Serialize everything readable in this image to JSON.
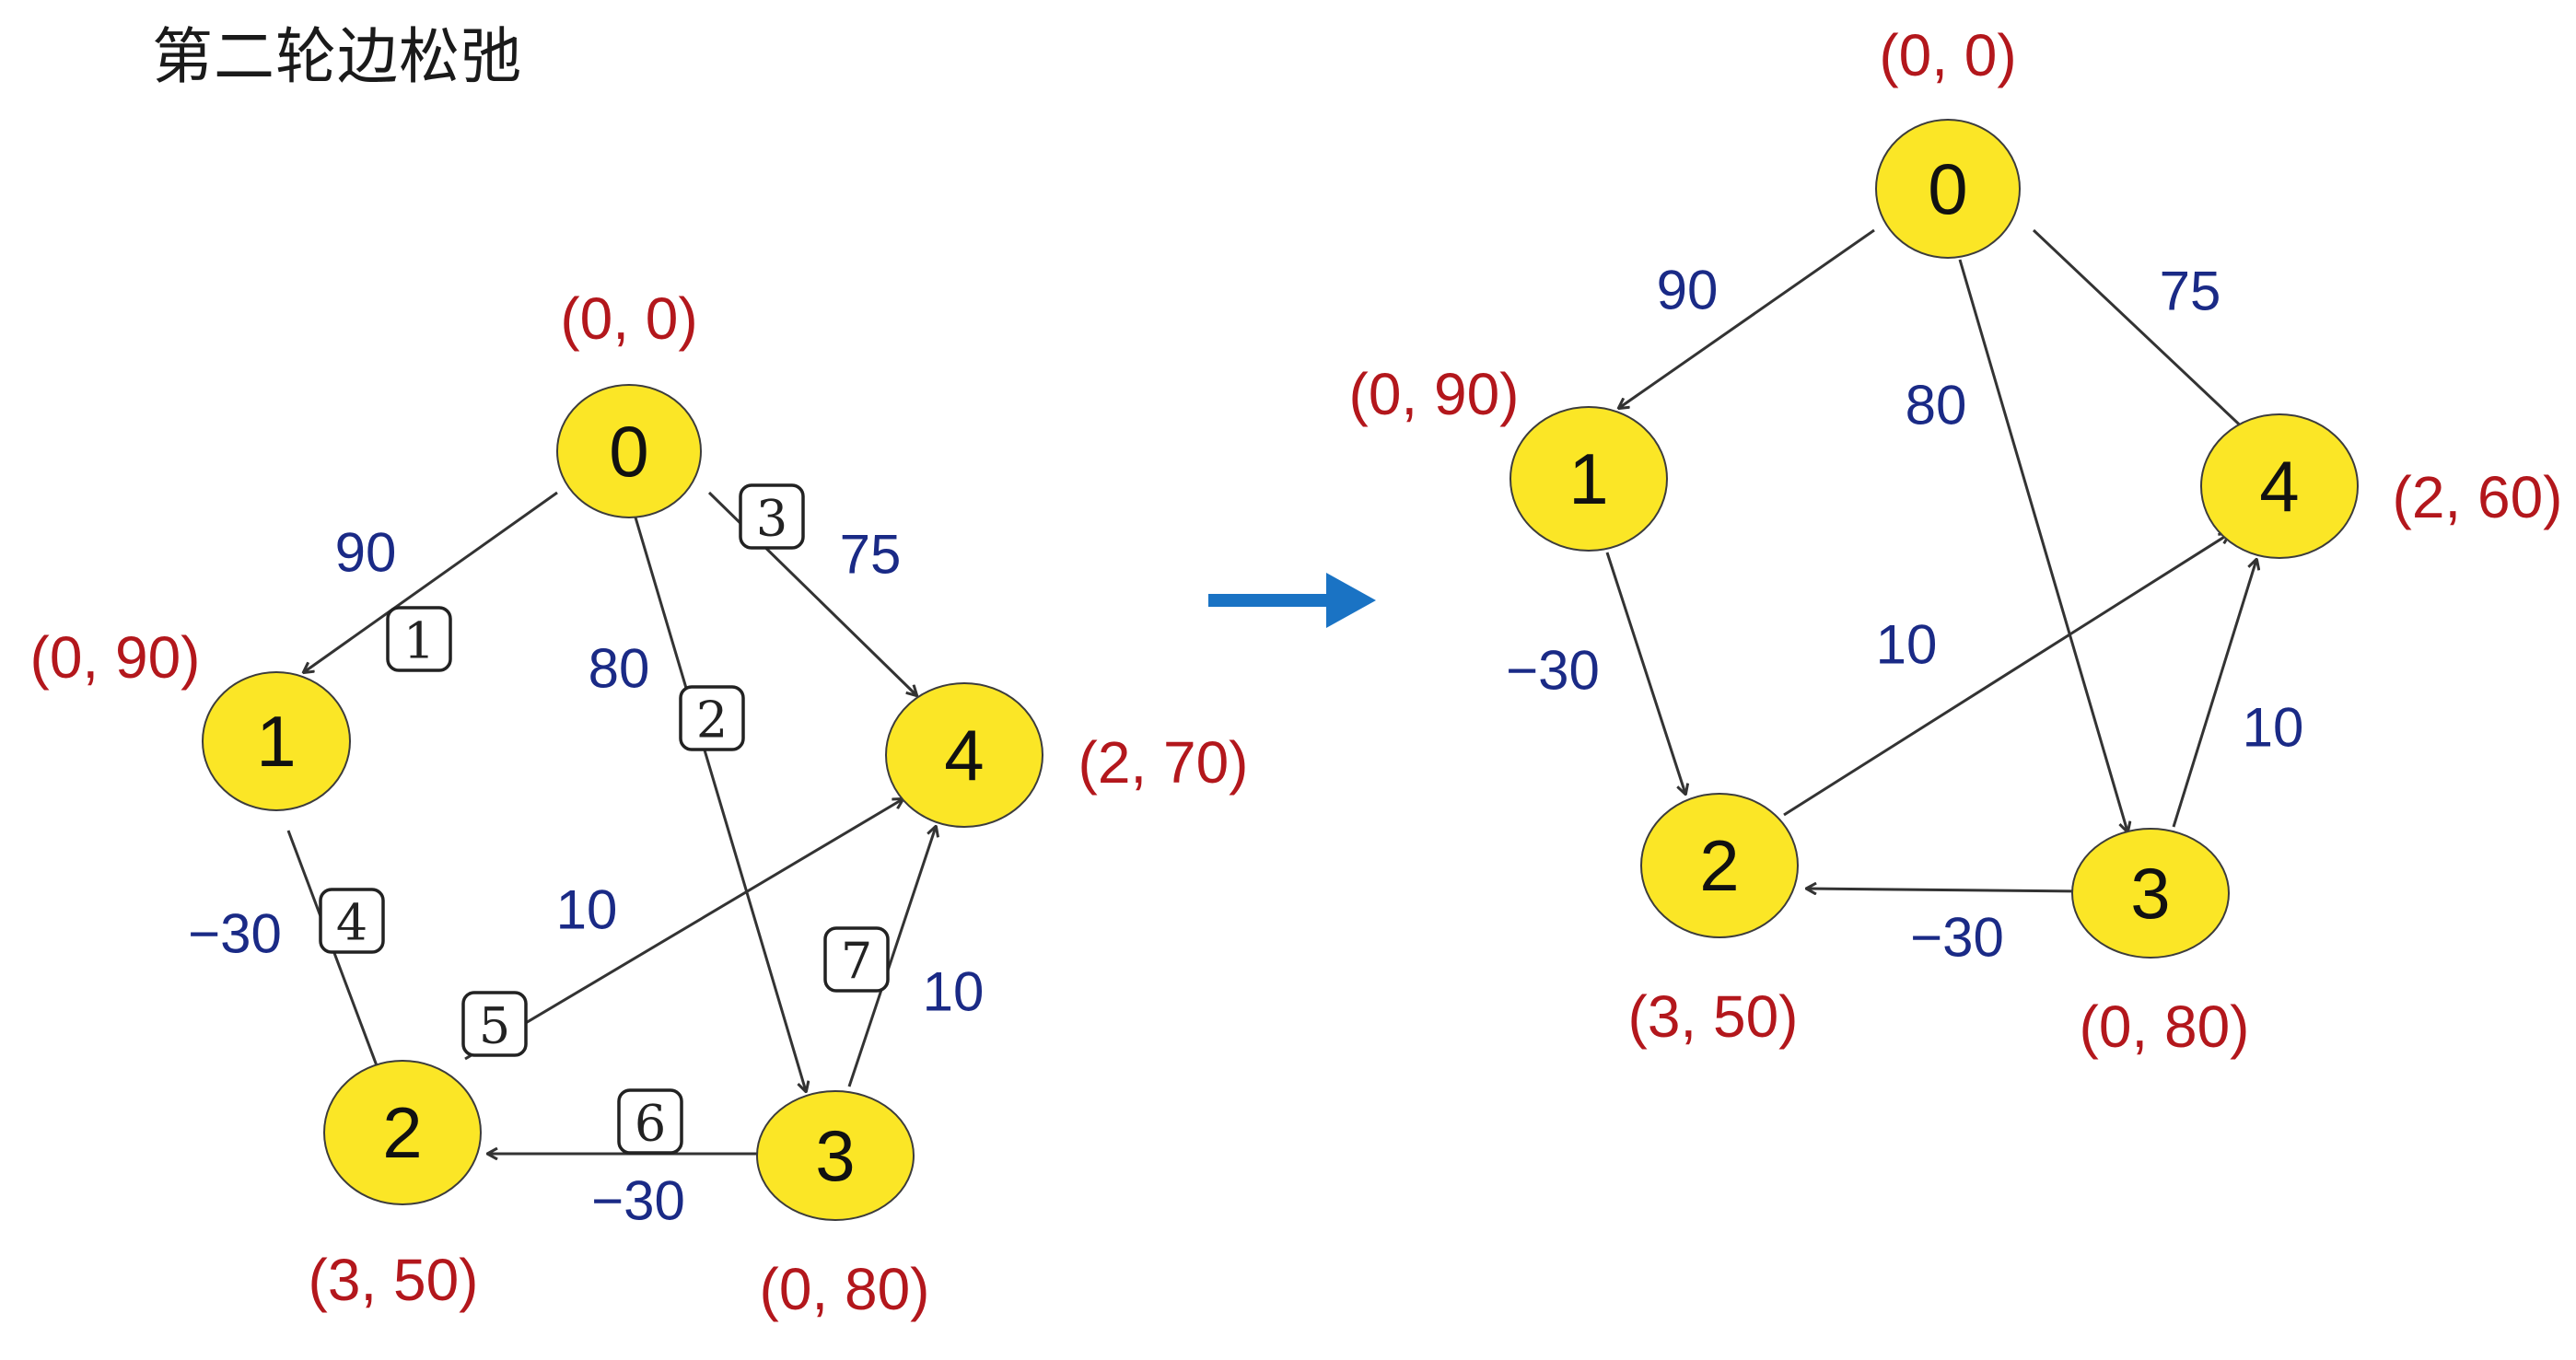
{
  "title": "第二轮边松弛",
  "colors": {
    "node_fill": "#fbe626",
    "distance_text": "#b3171c",
    "weight_text": "#1a2a86",
    "edge": "#333333",
    "transition_arrow": "#1a73c4"
  },
  "left_graph": {
    "nodes": [
      {
        "id": "0",
        "dist": "(0, 0)"
      },
      {
        "id": "1",
        "dist": "(0, 90)"
      },
      {
        "id": "2",
        "dist": "(3, 50)"
      },
      {
        "id": "3",
        "dist": "(0, 80)"
      },
      {
        "id": "4",
        "dist": "(2, 70)"
      }
    ],
    "edges": [
      {
        "from": "0",
        "to": "1",
        "weight": "90",
        "order": "1"
      },
      {
        "from": "0",
        "to": "3",
        "weight": "80",
        "order": "2"
      },
      {
        "from": "0",
        "to": "4",
        "weight": "75",
        "order": "3"
      },
      {
        "from": "1",
        "to": "2",
        "weight": "−30",
        "order": "4"
      },
      {
        "from": "2",
        "to": "4",
        "weight": "10",
        "order": "5"
      },
      {
        "from": "3",
        "to": "2",
        "weight": "−30",
        "order": "6"
      },
      {
        "from": "3",
        "to": "4",
        "weight": "10",
        "order": "7"
      }
    ]
  },
  "right_graph": {
    "nodes": [
      {
        "id": "0",
        "dist": "(0, 0)"
      },
      {
        "id": "1",
        "dist": "(0, 90)"
      },
      {
        "id": "2",
        "dist": "(3, 50)"
      },
      {
        "id": "3",
        "dist": "(0, 80)"
      },
      {
        "id": "4",
        "dist": "(2, 60)"
      }
    ],
    "edges": [
      {
        "from": "0",
        "to": "1",
        "weight": "90"
      },
      {
        "from": "0",
        "to": "3",
        "weight": "80"
      },
      {
        "from": "0",
        "to": "4",
        "weight": "75"
      },
      {
        "from": "1",
        "to": "2",
        "weight": "−30"
      },
      {
        "from": "2",
        "to": "4",
        "weight": "10"
      },
      {
        "from": "3",
        "to": "2",
        "weight": "−30"
      },
      {
        "from": "3",
        "to": "4",
        "weight": "10"
      }
    ]
  }
}
